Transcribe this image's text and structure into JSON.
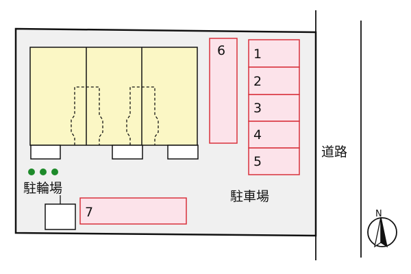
{
  "site": {
    "lot_fill": "#f0f0f0",
    "building_fill": "#fbf7c5",
    "parking_fill": "#fce3ea",
    "parking_stroke": "#d8303a",
    "bike_dot_color": "#1e8a2a"
  },
  "labels": {
    "bicycle_parking": "駐輪場",
    "car_parking": "駐車場",
    "road": "道路",
    "north": "N"
  },
  "parking_spaces": [
    "1",
    "2",
    "3",
    "4",
    "5",
    "6",
    "7"
  ]
}
